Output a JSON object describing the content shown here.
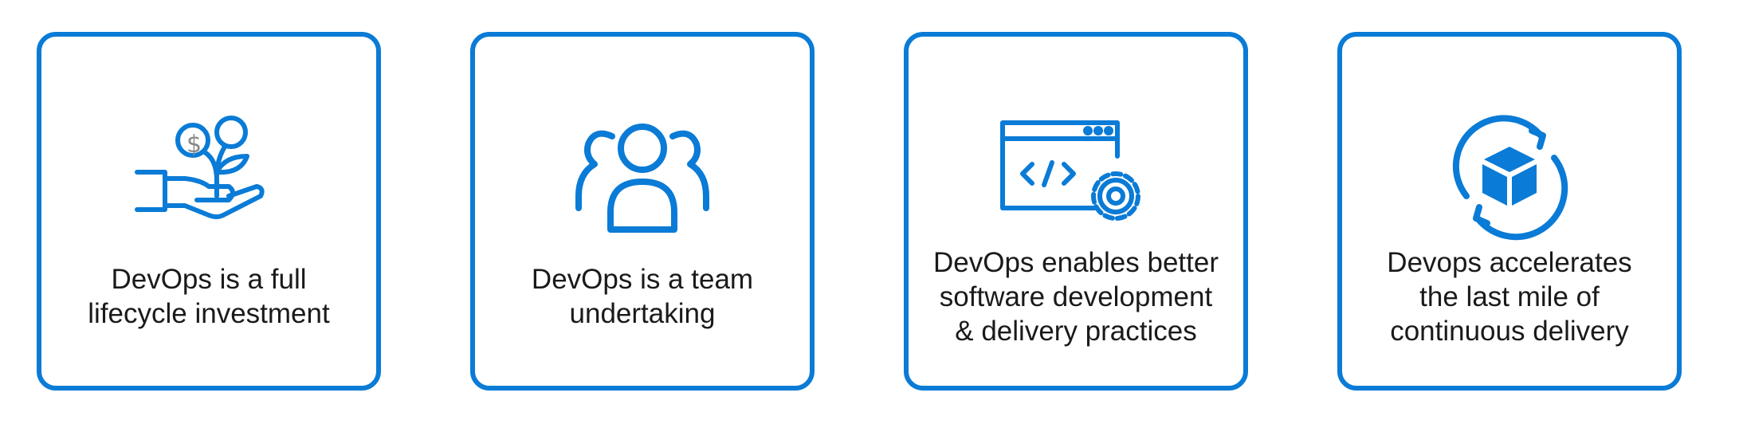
{
  "accent_color": "#0a7bd6",
  "cards": [
    {
      "icon": "hand-growing-money-plant-icon",
      "lines": [
        "DevOps is a full",
        "lifecycle investment"
      ]
    },
    {
      "icon": "team-users-icon",
      "lines": [
        "DevOps is a team",
        "undertaking"
      ]
    },
    {
      "icon": "code-window-gear-icon",
      "lines": [
        "DevOps enables better",
        "software development",
        "& delivery practices"
      ]
    },
    {
      "icon": "rotating-package-box-icon",
      "lines": [
        "Devops accelerates",
        "the last mile of",
        "continuous delivery"
      ]
    }
  ]
}
